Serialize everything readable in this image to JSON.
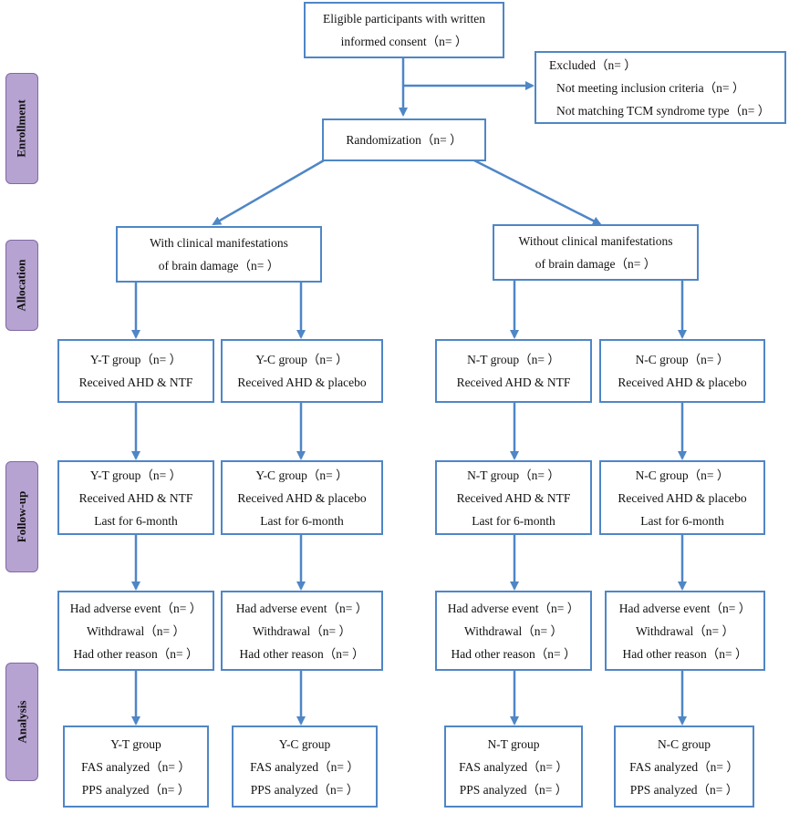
{
  "stages": {
    "enrollment": "Enrollment",
    "allocation": "Allocation",
    "followup": "Follow-up",
    "analysis": "Analysis"
  },
  "eligible": [
    "Eligible participants with written",
    "informed consent（n=  ）"
  ],
  "excluded": [
    "Excluded（n=  ）",
    "Not meeting inclusion criteria（n=  ）",
    "Not matching TCM syndrome type（n=  ）"
  ],
  "randomization": "Randomization（n=  ）",
  "with_brain": [
    "With clinical manifestations",
    "of brain damage（n=  ）"
  ],
  "without_brain": [
    "Without clinical manifestations",
    "of brain damage（n=  ）"
  ],
  "groups": {
    "yt": [
      "Y-T group（n=  ）",
      "Received AHD & NTF"
    ],
    "yc": [
      "Y-C group（n=  ）",
      "Received AHD & placebo"
    ],
    "nt": [
      "N-T group（n=  ）",
      "Received AHD & NTF"
    ],
    "nc": [
      "N-C group（n=  ）",
      "Received AHD & placebo"
    ]
  },
  "followup": {
    "yt": [
      "Y-T group（n=  ）",
      "Received AHD & NTF",
      "Last for 6-month"
    ],
    "yc": [
      "Y-C group（n=  ）",
      "Received AHD & placebo",
      "Last for 6-month"
    ],
    "nt": [
      "N-T group（n=  ）",
      "Received AHD & NTF",
      "Last for 6-month"
    ],
    "nc": [
      "N-C group（n=  ）",
      "Received AHD & placebo",
      "Last for 6-month"
    ]
  },
  "dropouts": {
    "yt": [
      "Had adverse event（n=  ）",
      "Withdrawal（n=  ）",
      "Had other reason（n=  ）"
    ],
    "yc": [
      "Had adverse event（n=  ）",
      "Withdrawal（n=  ）",
      "Had other reason（n=  ）"
    ],
    "nt": [
      "Had adverse event（n=  ）",
      "Withdrawal（n=  ）",
      "Had other reason（n=  ）"
    ],
    "nc": [
      "Had adverse event（n=  ）",
      "Withdrawal（n=  ）",
      "Had other reason（n=  ）"
    ]
  },
  "analysis": {
    "yt": [
      "Y-T group",
      "FAS analyzed（n=  ）",
      "PPS analyzed（n=  ）"
    ],
    "yc": [
      "Y-C group",
      "FAS analyzed（n=  ）",
      "PPS analyzed（n=  ）"
    ],
    "nt": [
      "N-T group",
      "FAS analyzed（n=  ）",
      "PPS analyzed（n=  ）"
    ],
    "nc": [
      "N-C group",
      "FAS analyzed（n=  ）",
      "PPS analyzed（n=  ）"
    ]
  },
  "colors": {
    "line": "#4f86c6",
    "stage_fill": "#b6a3d1"
  }
}
